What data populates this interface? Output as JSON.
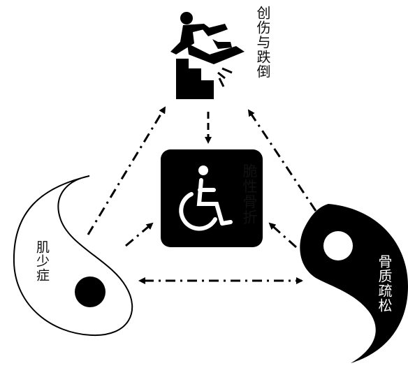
{
  "nodes": {
    "fall": {
      "label": "创伤与跌倒",
      "icon": "falling-person-on-stairs-icon"
    },
    "fracture": {
      "label": "脆性骨折",
      "icon": "wheelchair-icon"
    },
    "sarcopenia": {
      "label": "肌少症",
      "icon": "white-yin-yang-half-icon"
    },
    "osteoporosis": {
      "label": "骨质疏松",
      "icon": "black-yin-yang-half-icon"
    }
  },
  "colors": {
    "ink": "#000000",
    "background": "#ffffff",
    "label_text": "#111111",
    "inverse_text": "#ffffff"
  }
}
